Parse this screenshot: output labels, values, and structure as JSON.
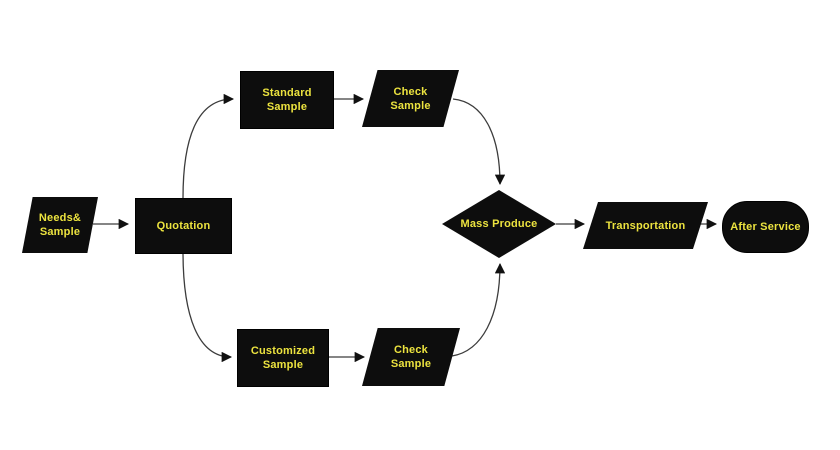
{
  "diagram": {
    "background": "#ffffff",
    "colors": {
      "node_fill": "#0d0d0d",
      "node_text": "#ece33f",
      "connector": "#3c3c3c",
      "arrowhead": "#111111"
    },
    "nodes": [
      {
        "id": "needs-sample",
        "type": "parallelogram",
        "label": "Needs&\nSample"
      },
      {
        "id": "quotation",
        "type": "rectangle",
        "label": "Quotation"
      },
      {
        "id": "standard-sample",
        "type": "rectangle",
        "label": "Standard\nSample"
      },
      {
        "id": "check-sample-top",
        "type": "parallelogram",
        "label": "Check\nSample"
      },
      {
        "id": "customized-sample",
        "type": "rectangle",
        "label": "Customized\nSample"
      },
      {
        "id": "check-sample-bottom",
        "type": "parallelogram",
        "label": "Check\nSample"
      },
      {
        "id": "mass-produce",
        "type": "diamond",
        "label": "Mass Produce"
      },
      {
        "id": "transportation",
        "type": "parallelogram",
        "label": "Transportation"
      },
      {
        "id": "after-service",
        "type": "terminator",
        "label": "After Service"
      }
    ],
    "edges": [
      {
        "from": "needs-sample",
        "to": "quotation"
      },
      {
        "from": "quotation",
        "to": "standard-sample"
      },
      {
        "from": "standard-sample",
        "to": "check-sample-top"
      },
      {
        "from": "check-sample-top",
        "to": "mass-produce"
      },
      {
        "from": "quotation",
        "to": "customized-sample"
      },
      {
        "from": "customized-sample",
        "to": "check-sample-bottom"
      },
      {
        "from": "check-sample-bottom",
        "to": "mass-produce"
      },
      {
        "from": "mass-produce",
        "to": "transportation"
      },
      {
        "from": "transportation",
        "to": "after-service"
      }
    ]
  }
}
